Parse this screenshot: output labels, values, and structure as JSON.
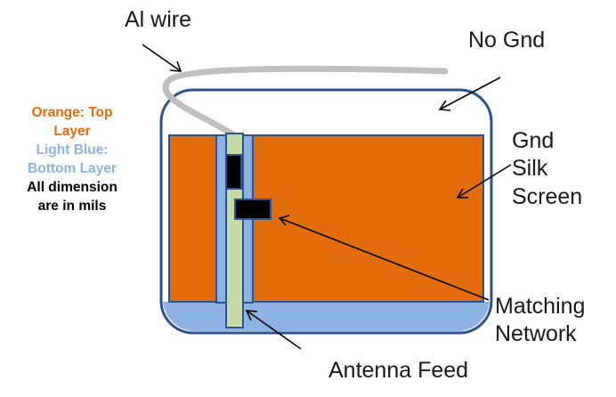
{
  "labels": {
    "al_wire": "Al wire",
    "no_gnd": "No Gnd",
    "gnd_silk_screen": [
      "Gnd",
      "Silk",
      "Screen"
    ],
    "matching_network": [
      "Matching",
      "Network"
    ],
    "antenna_feed": "Antenna Feed"
  },
  "legend": {
    "orange_lines": [
      "Orange: Top",
      "Layer"
    ],
    "blue_lines": [
      "Light Blue:",
      "Bottom Layer"
    ],
    "black_lines": [
      "All dimension",
      "are in mils"
    ]
  },
  "colors": {
    "top_layer": "#e36c0a",
    "bottom_layer": "#8db3e2",
    "outline": "#2f528f",
    "feed": "#c4d9a4",
    "wire": "#c0c0c0",
    "legend_orange": "#e36c0a",
    "legend_blue": "#8db3e2"
  }
}
